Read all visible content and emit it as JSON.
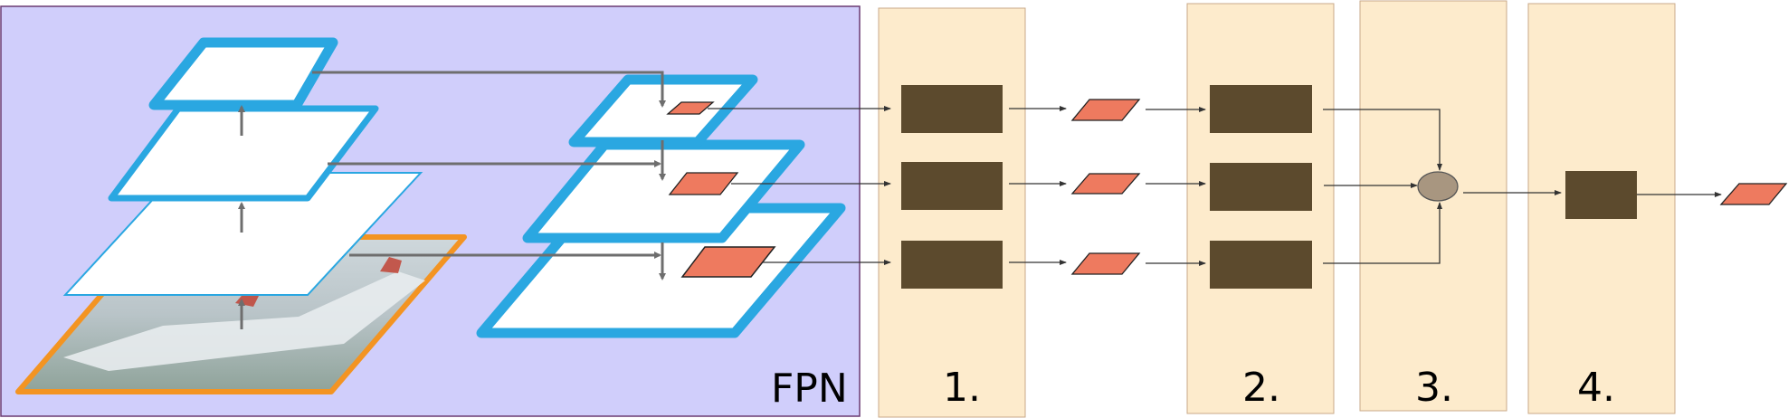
{
  "diagram": {
    "fpn_label": "FPN",
    "stage_labels": [
      "1.",
      "2.",
      "3.",
      "4."
    ],
    "colors": {
      "fpn_background": "#d0cefb",
      "fpn_border": "#6a3a72",
      "panel_fill": "#fdebcc",
      "panel_border": "#c9a98a",
      "feature_layer_border": "#2aa7e1",
      "image_border": "#f39422",
      "roi_fill": "#ee7a5f",
      "block_fill": "#5c4a2d",
      "fusion_fill": "#a89680",
      "arrow_gray": "#6e6e6e",
      "line_dark": "#333333"
    },
    "icons": [
      "input-image",
      "pyramid-layer",
      "roi-region",
      "feature-block",
      "fusion-node",
      "output-region"
    ]
  }
}
